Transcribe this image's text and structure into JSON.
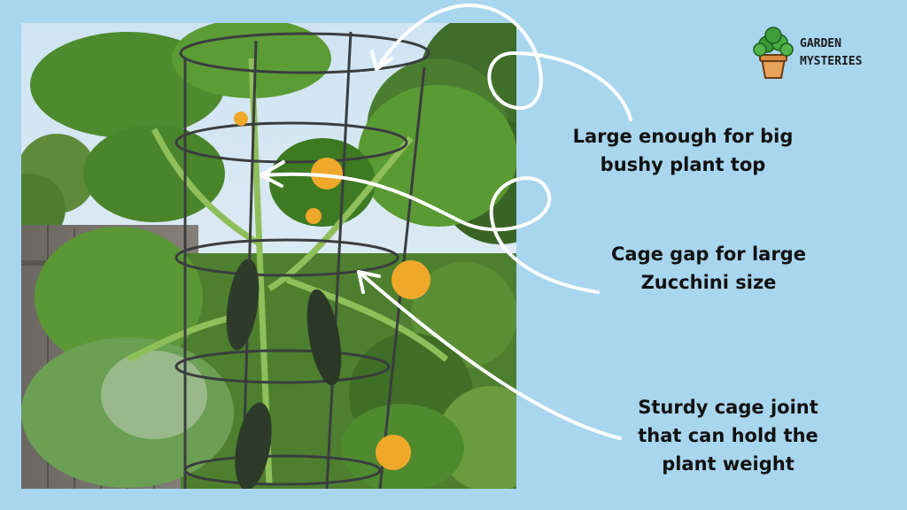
{
  "brand": {
    "line1": "GARDEN",
    "line2": "MYSTERIES",
    "icon": "potted-plant-icon"
  },
  "callouts": [
    {
      "line1": "Large enough for big",
      "line2": "bushy plant top"
    },
    {
      "line1": "Cage gap for large",
      "line2": "Zucchini size"
    },
    {
      "line1": "Sturdy cage joint",
      "line2": "that can hold the",
      "line3": "plant weight"
    }
  ],
  "colors": {
    "background": "#a8d6ee",
    "arrow": "#ffffff",
    "text": "#111111"
  }
}
